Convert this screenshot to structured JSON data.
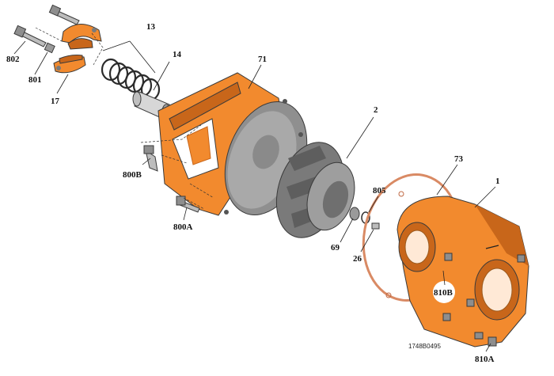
{
  "colors": {
    "orange": "#f28a2e",
    "orange_dark": "#c8661a",
    "gray": "#9b9b9b",
    "gray_light": "#c8c8c8",
    "gray_dark": "#6e6e6e",
    "steel": "#d9d9d9",
    "gasket": "#f6d9c6"
  },
  "callouts": {
    "c802": "802",
    "c801": "801",
    "c17": "17",
    "c13": "13",
    "c14": "14",
    "c71": "71",
    "c800B": "800B",
    "c800A": "800A",
    "c2": "2",
    "c805": "805",
    "c69": "69",
    "c26": "26",
    "c73": "73",
    "c1": "1",
    "c810B": "810B",
    "c810A": "810A"
  },
  "drawing_ref": "1748B0495"
}
